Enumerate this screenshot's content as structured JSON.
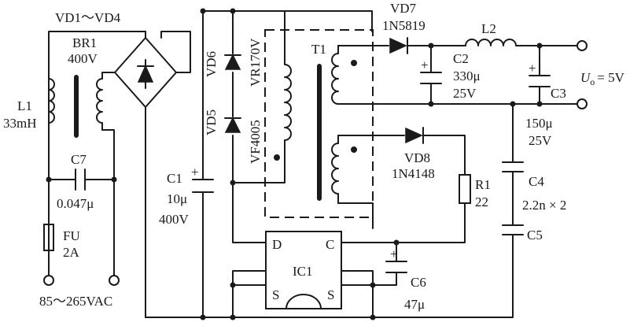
{
  "bridge": {
    "ref": "VD1～VD4",
    "name": "BR1",
    "rating": "400V"
  },
  "l1": {
    "name": "L1",
    "value": "33mH"
  },
  "c7": {
    "name": "C7",
    "value": "0.047μ"
  },
  "fu": {
    "name": "FU",
    "value": "2A"
  },
  "input_voltage": "85～265VAC",
  "vd6": {
    "name": "VD6",
    "part": "VR170V"
  },
  "vd5": {
    "name": "VD5",
    "part": "VF4005"
  },
  "c1": {
    "name": "C1",
    "value": "10μ",
    "rating": "400V"
  },
  "t1": {
    "name": "T1"
  },
  "vd7": {
    "name": "VD7",
    "part": "1N5819"
  },
  "c2": {
    "name": "C2",
    "value": "330μ",
    "rating": "25V"
  },
  "l2": {
    "name": "L2"
  },
  "c3": {
    "name": "C3",
    "value": "150μ",
    "rating": "25V"
  },
  "output": {
    "symbol": "U",
    "subscript": "o",
    "value": "= 5V"
  },
  "vd8": {
    "name": "VD8",
    "part": "1N4148"
  },
  "r1": {
    "name": "R1",
    "value": "22"
  },
  "c4": {
    "name": "C4",
    "value": "2.2n × 2"
  },
  "c5": {
    "name": "C5"
  },
  "ic1": {
    "name": "IC1",
    "pin_d": "D",
    "pin_c": "C",
    "pin_s1": "S",
    "pin_s2": "S"
  },
  "c6": {
    "name": "C6",
    "value": "47μ"
  },
  "polarity_mark": "+"
}
